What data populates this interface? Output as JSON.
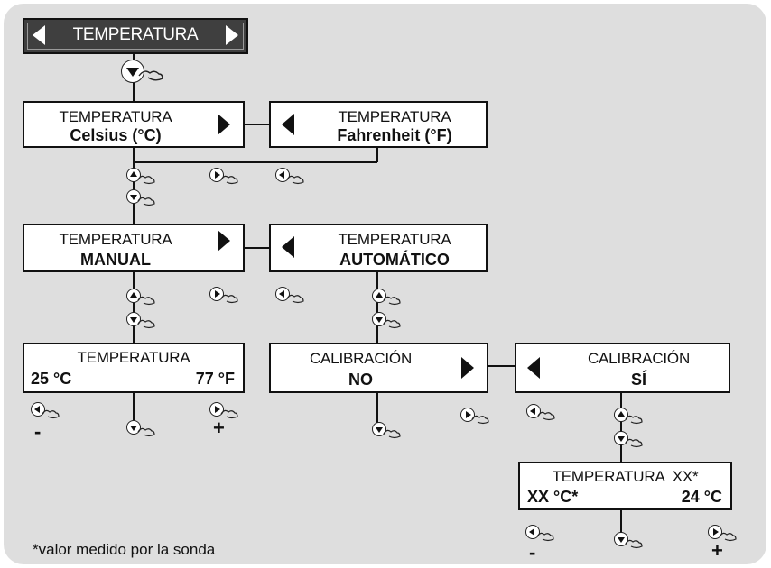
{
  "header": {
    "title": "TEMPERATURA"
  },
  "boxes": {
    "celsius": {
      "label": "TEMPERATURA",
      "value": "Celsius (°C)"
    },
    "fahrenheit": {
      "label": "TEMPERATURA",
      "value": "Fahrenheit (°F)"
    },
    "manual": {
      "label": "TEMPERATURA",
      "value": "MANUAL"
    },
    "automatico": {
      "label": "TEMPERATURA",
      "value": "AUTOMÁTICO"
    },
    "reading": {
      "label": "TEMPERATURA",
      "value_left": "25 °C",
      "value_right": "77 °F"
    },
    "calib_no": {
      "label": "CALIBRACIÓN",
      "value": "NO"
    },
    "calib_si": {
      "label": "CALIBRACIÓN",
      "value": "SÍ"
    },
    "measured": {
      "label": "TEMPERATURA  XX*",
      "value_left": "XX °C*",
      "value_right": "24 °C"
    }
  },
  "signs": {
    "minus": "-",
    "plus": "+"
  },
  "footnote": "*valor medido por la sonda",
  "colors": {
    "panel": "#dedede",
    "header": "#3f3f3f",
    "box_border": "#111111"
  }
}
